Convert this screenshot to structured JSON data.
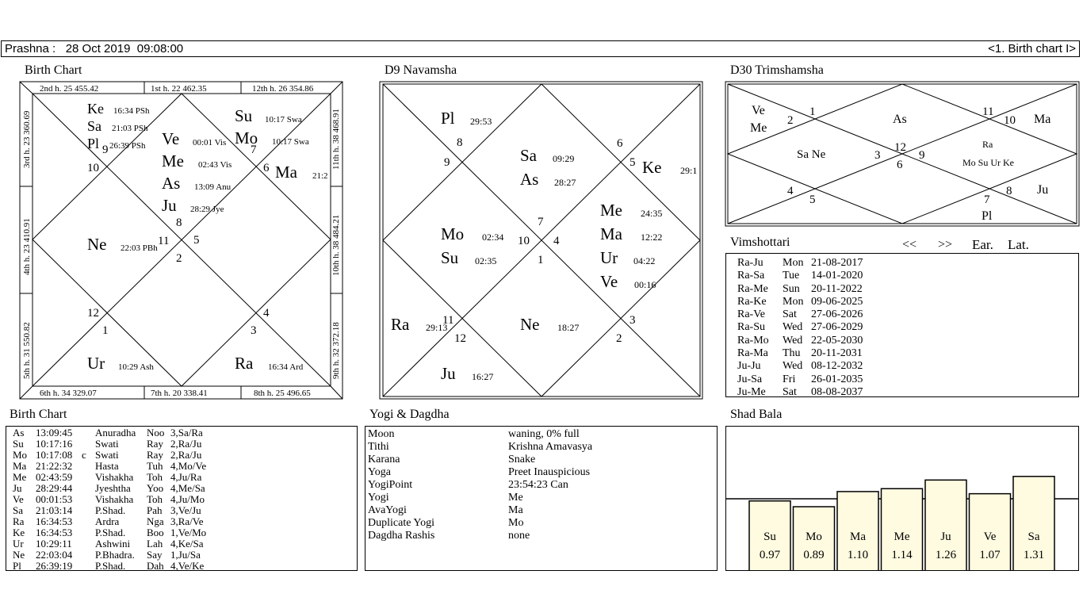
{
  "header": {
    "title": "Prashna :   28 Oct 2019  09:08:00",
    "nav": "<1. Birth chart I>"
  },
  "birth_chart": {
    "title": "Birth Chart",
    "strip_top": [
      "2nd h.  25  455.42",
      "1st h.  22  462.35",
      "12th h.  26  354.86"
    ],
    "strip_bottom": [
      "6th h.  34  329.07",
      "7th h.  20  338.41",
      "8th h.  25  496.65"
    ],
    "strip_left": [
      "3rd h.  23  360.69",
      "4th h.  23  410.91",
      "5th h.  31  550.82"
    ],
    "strip_right": [
      "11th h.  38  468.91",
      "10th h.  38  484.21",
      "9th h.  32  372.18"
    ],
    "house_numbers": [
      "9",
      "10",
      "7",
      "6",
      "8",
      "11",
      "5",
      "2",
      "12",
      "1",
      "4",
      "3"
    ],
    "planets": [
      {
        "p": "Ke",
        "d": "16:34  PSh"
      },
      {
        "p": "Sa",
        "d": "21:03  PSh"
      },
      {
        "p": "Pl",
        "d": "26:39  PSh"
      },
      {
        "p": "Su",
        "d": "10:17  Swa"
      },
      {
        "p": "Mo",
        "d": "10:17  Swa"
      },
      {
        "p": "Ve",
        "d": "00:01  Vis"
      },
      {
        "p": "Me",
        "d": "02:43  Vis"
      },
      {
        "p": "As",
        "d": "13:09  Anu"
      },
      {
        "p": "Ju",
        "d": "28:29  Jye"
      },
      {
        "p": "Ma",
        "d": "21:2"
      },
      {
        "p": "Ne",
        "d": "22:03  PBh"
      },
      {
        "p": "Ur",
        "d": "10:29  Ash"
      },
      {
        "p": "Ra",
        "d": "16:34  Ard"
      }
    ]
  },
  "navamsha": {
    "title": "D9 Navamsha",
    "house_numbers": [
      "8",
      "9",
      "6",
      "5",
      "7",
      "10",
      "4",
      "1",
      "11",
      "12",
      "3",
      "2"
    ],
    "planets": [
      {
        "p": "Pl",
        "d": "29:53"
      },
      {
        "p": "Sa",
        "d": "09:29"
      },
      {
        "p": "As",
        "d": "28:27"
      },
      {
        "p": "Ke",
        "d": "29:1"
      },
      {
        "p": "Mo",
        "d": "02:34"
      },
      {
        "p": "Su",
        "d": "02:35"
      },
      {
        "p": "Me",
        "d": "24:35"
      },
      {
        "p": "Ma",
        "d": "12:22"
      },
      {
        "p": "Ur",
        "d": "04:22"
      },
      {
        "p": "Ve",
        "d": "00:16"
      },
      {
        "p": "Ra",
        "d": "29:13"
      },
      {
        "p": "Ne",
        "d": "18:27"
      },
      {
        "p": "Ju",
        "d": "16:27"
      }
    ]
  },
  "trimshamsha": {
    "title": "D30 Trimshamsha",
    "house_numbers": [
      "1",
      "2",
      "11",
      "10",
      "12",
      "3",
      "9",
      "6",
      "4",
      "5",
      "7",
      "8"
    ],
    "labels": [
      "Ve",
      "Me",
      "As",
      "Ma",
      "Sa Ne",
      "Ra",
      "Mo Su Ur Ke",
      "Ju",
      "Pl"
    ]
  },
  "vimshottari": {
    "title": "Vimshottari",
    "prev": "<<",
    "next": ">>",
    "ear": "Ear.",
    "lat": "Lat.",
    "rows": [
      {
        "p": "Ra-Ju",
        "day": "Mon",
        "date": "21-08-2017"
      },
      {
        "p": "Ra-Sa",
        "day": "Tue",
        "date": "14-01-2020"
      },
      {
        "p": "Ra-Me",
        "day": "Sun",
        "date": "20-11-2022"
      },
      {
        "p": "Ra-Ke",
        "day": "Mon",
        "date": "09-06-2025"
      },
      {
        "p": "Ra-Ve",
        "day": "Sat",
        "date": "27-06-2026"
      },
      {
        "p": "Ra-Su",
        "day": "Wed",
        "date": "27-06-2029"
      },
      {
        "p": "Ra-Mo",
        "day": "Wed",
        "date": "22-05-2030"
      },
      {
        "p": "Ra-Ma",
        "day": "Thu",
        "date": "20-11-2031"
      },
      {
        "p": "Ju-Ju",
        "day": "Wed",
        "date": "08-12-2032"
      },
      {
        "p": "Ju-Sa",
        "day": "Fri",
        "date": "26-01-2035"
      },
      {
        "p": "Ju-Me",
        "day": "Sat",
        "date": "08-08-2037"
      }
    ]
  },
  "birth_table": {
    "title": "Birth Chart",
    "rows": [
      {
        "p": "As",
        "deg": "13:09:45",
        "flag": "",
        "nak": "Anuradha",
        "s": "Noo",
        "pada": "3,Sa/Ra"
      },
      {
        "p": "Su",
        "deg": "10:17:16",
        "flag": "",
        "nak": "Swati",
        "s": "Ray",
        "pada": "2,Ra/Ju"
      },
      {
        "p": "Mo",
        "deg": "10:17:08",
        "flag": "c",
        "nak": "Swati",
        "s": "Ray",
        "pada": "2,Ra/Ju"
      },
      {
        "p": "Ma",
        "deg": "21:22:32",
        "flag": "",
        "nak": "Hasta",
        "s": "Tuh",
        "pada": "4,Mo/Ve"
      },
      {
        "p": "Me",
        "deg": "02:43:59",
        "flag": "",
        "nak": "Vishakha",
        "s": "Toh",
        "pada": "4,Ju/Ra"
      },
      {
        "p": "Ju",
        "deg": "28:29:44",
        "flag": "",
        "nak": "Jyeshtha",
        "s": "Yoo",
        "pada": "4,Me/Sa"
      },
      {
        "p": "Ve",
        "deg": "00:01:53",
        "flag": "",
        "nak": "Vishakha",
        "s": "Toh",
        "pada": "4,Ju/Mo"
      },
      {
        "p": "Sa",
        "deg": "21:03:14",
        "flag": "",
        "nak": "P.Shad.",
        "s": "Pah",
        "pada": "3,Ve/Ju"
      },
      {
        "p": "Ra",
        "deg": "16:34:53",
        "flag": "",
        "nak": "Ardra",
        "s": "Nga",
        "pada": "3,Ra/Ve"
      },
      {
        "p": "Ke",
        "deg": "16:34:53",
        "flag": "",
        "nak": "P.Shad.",
        "s": "Boo",
        "pada": "1,Ve/Mo"
      },
      {
        "p": "Ur",
        "deg": "10:29:11",
        "flag": "",
        "nak": "Ashwini",
        "s": "Lah",
        "pada": "4,Ke/Sa"
      },
      {
        "p": "Ne",
        "deg": "22:03:04",
        "flag": "",
        "nak": "P.Bhadra.",
        "s": "Say",
        "pada": "1,Ju/Sa"
      },
      {
        "p": "Pl",
        "deg": "26:39:19",
        "flag": "",
        "nak": "P.Shad.",
        "s": "Dah",
        "pada": "4,Ve/Ke"
      }
    ]
  },
  "yogi": {
    "title": "Yogi & Dagdha",
    "rows": [
      {
        "k": "Moon",
        "v": "waning, 0% full"
      },
      {
        "k": "Tithi",
        "v": "Krishna  Amavasya"
      },
      {
        "k": "Karana",
        "v": "Snake"
      },
      {
        "k": "Yoga",
        "v": "Preet Inauspicious"
      },
      {
        "k": "YogiPoint",
        "v": "23:54:23 Can"
      },
      {
        "k": "Yogi",
        "v": "Me"
      },
      {
        "k": "AvaYogi",
        "v": "Ma"
      },
      {
        "k": "Duplicate Yogi",
        "v": "Mo"
      },
      {
        "k": "Dagdha Rashis",
        "v": "none"
      }
    ]
  },
  "shad_bala": {
    "title": "Shad Bala",
    "bars": [
      {
        "p": "Su",
        "v": "0.97",
        "value": 0.97
      },
      {
        "p": "Mo",
        "v": "0.89",
        "value": 0.89
      },
      {
        "p": "Ma",
        "v": "1.10",
        "value": 1.1
      },
      {
        "p": "Me",
        "v": "1.14",
        "value": 1.14
      },
      {
        "p": "Ju",
        "v": "1.26",
        "value": 1.26
      },
      {
        "p": "Ve",
        "v": "1.07",
        "value": 1.07
      },
      {
        "p": "Sa",
        "v": "1.31",
        "value": 1.31
      }
    ],
    "bar_color": "#fffbe0"
  }
}
